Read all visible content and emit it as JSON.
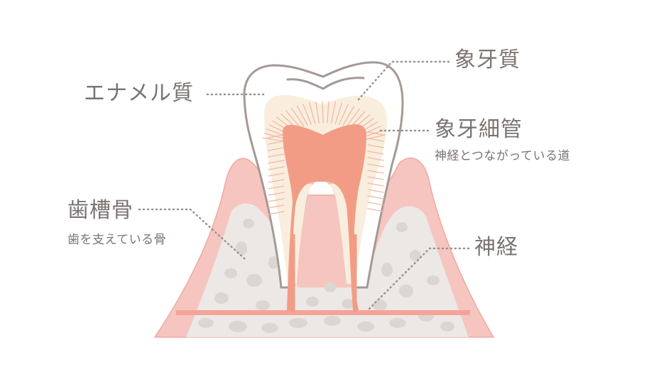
{
  "labels": {
    "enamel": "エナメル質",
    "dentin": "象牙質",
    "dentinal_tubules": "象牙細管",
    "dentinal_tubules_note": "神経とつながっている道",
    "alveolar_bone": "歯槽骨",
    "alveolar_bone_note": "歯を支えている骨",
    "nerve": "神経"
  },
  "colors": {
    "gum": "#f6c5bf",
    "gum_outline": "#efa9a1",
    "bone": "#ece8e5",
    "bone_cell": "#dcd6d2",
    "enamel": "#ffffff",
    "enamel_outline": "#a39a96",
    "dentin": "#f9eedd",
    "tubule": "#f4b7a6",
    "pulp": "#f29c86",
    "pulp_stroke": "#ee8e78",
    "leader": "#9a918d",
    "text": "#7a7370"
  }
}
